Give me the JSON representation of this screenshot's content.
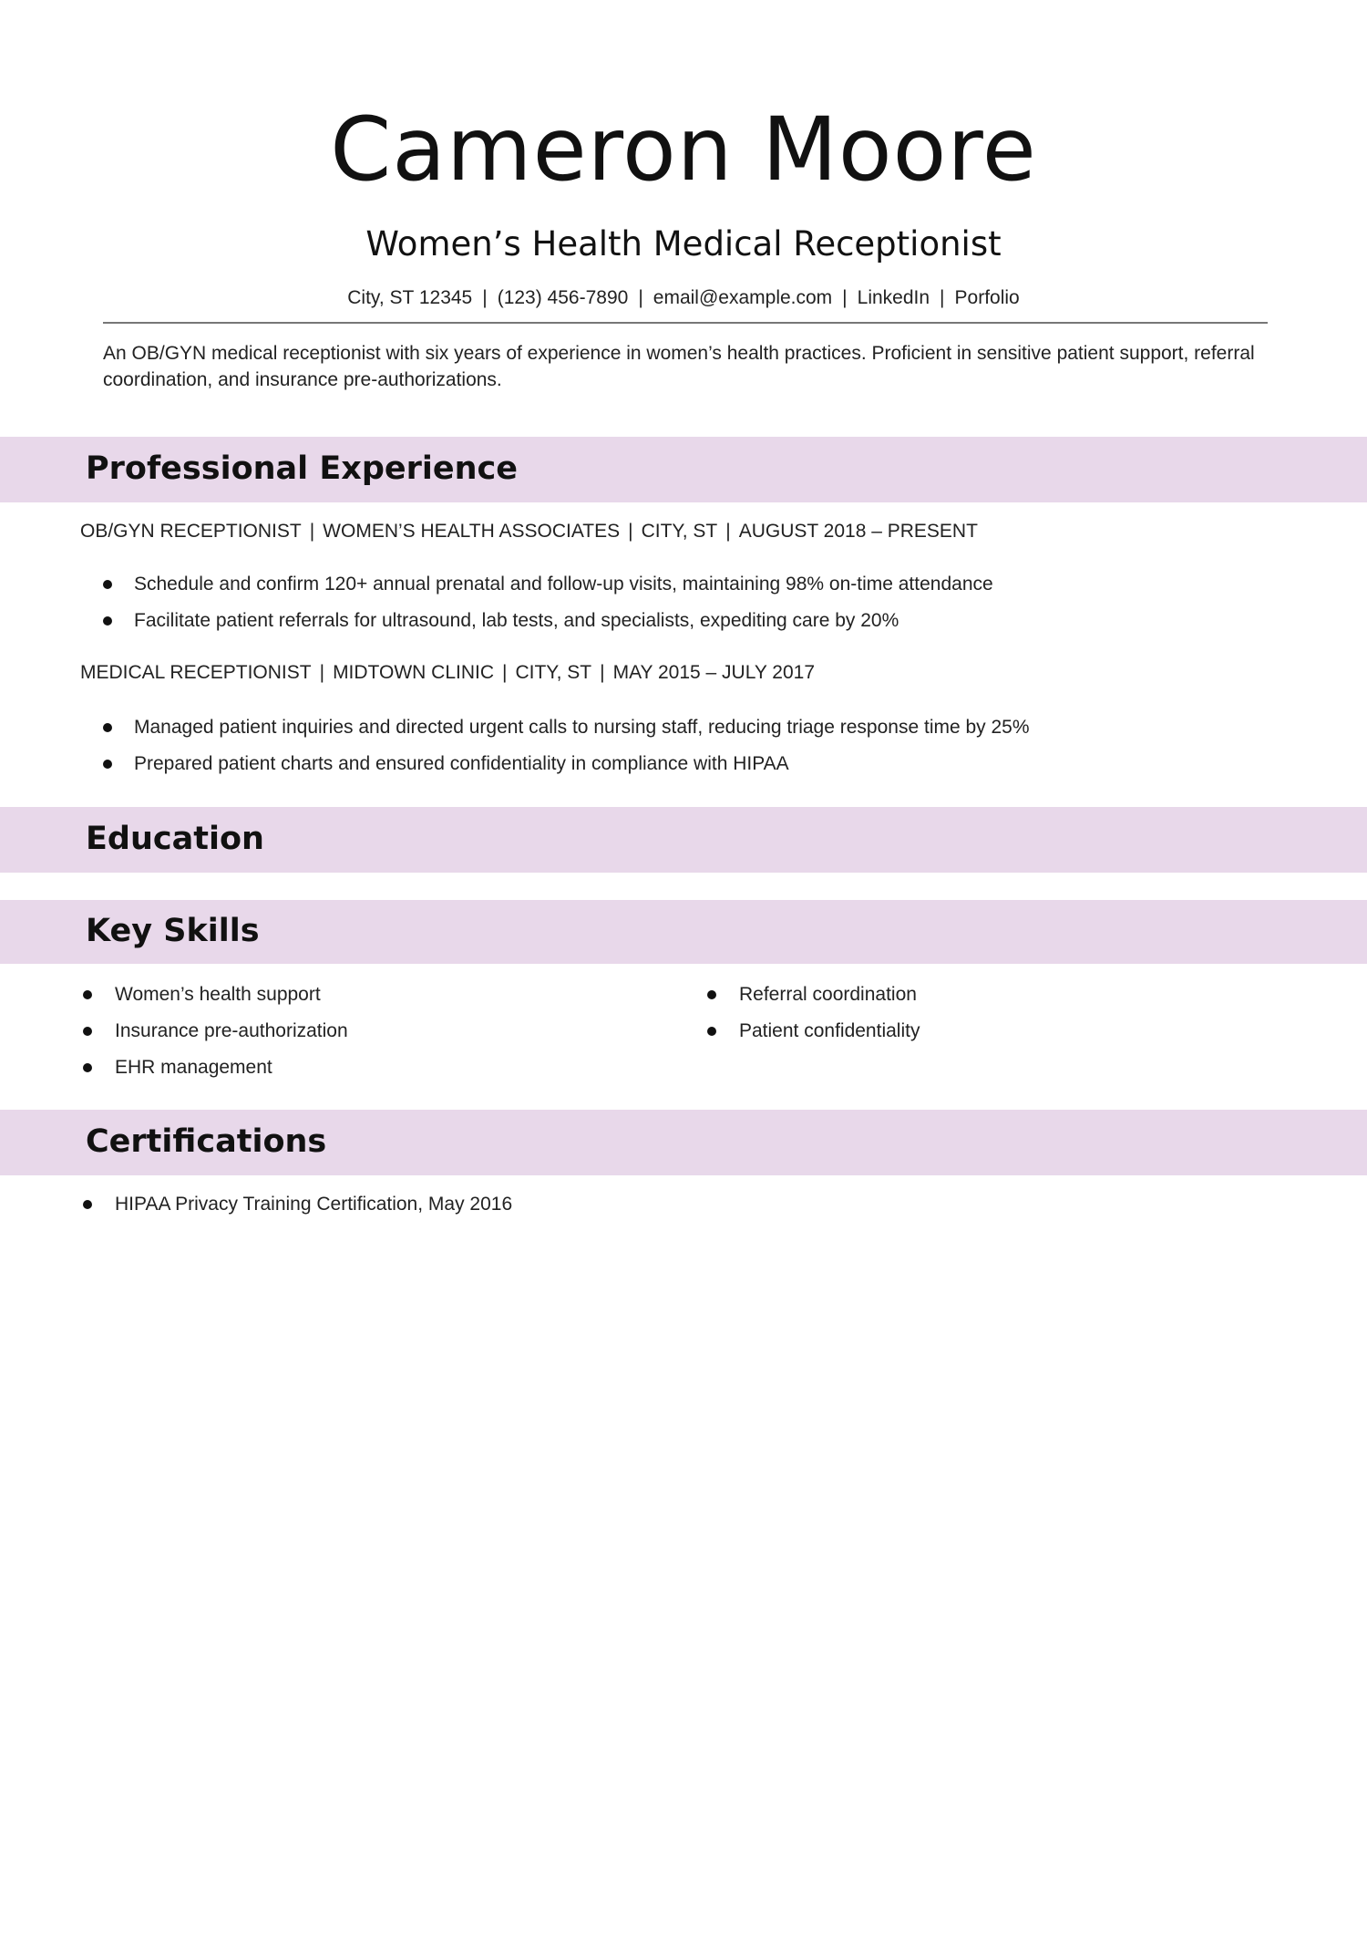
{
  "header": {
    "name": "Cameron Moore",
    "title": "Women’s Health Medical Receptionist",
    "contact": [
      "City, ST 12345",
      "(123) 456-7890",
      "email@example.com",
      "LinkedIn",
      "Porfolio"
    ],
    "separator": "|"
  },
  "summary": "An OB/GYN medical receptionist with six years of experience in women’s health practices. Proficient in sensitive patient support, referral coordination, and insurance pre-authorizations.",
  "sections": {
    "experience": "Professional Experience",
    "education": "Education",
    "skills": "Key Skills",
    "certifications": "Certifications"
  },
  "jobs": [
    {
      "role": "OB/GYN RECEPTIONIST",
      "employer": "WOMEN’S HEALTH ASSOCIATES",
      "location": "CITY, ST",
      "dates": "AUGUST 2018 – PRESENT",
      "bullets": [
        "Schedule and confirm 120+ annual prenatal and follow-up visits, maintaining 98% on-time attendance",
        "Facilitate patient referrals for ultrasound, lab tests, and specialists, expediting care by 20%"
      ]
    },
    {
      "role": "MEDICAL RECEPTIONIST",
      "employer": "MIDTOWN CLINIC",
      "location": "CITY, ST",
      "dates": "MAY 2015 – JULY 2017",
      "bullets": [
        "Managed patient inquiries and directed urgent calls to nursing staff, reducing triage response time by 25%",
        "Prepared patient charts and ensured confidentiality in compliance with HIPAA"
      ]
    }
  ],
  "skills": {
    "left": [
      "Women’s health support",
      "Insurance pre-authorization",
      "EHR management"
    ],
    "right": [
      "Referral coordination",
      "Patient confidentiality"
    ]
  },
  "certifications": [
    "HIPAA Privacy Training Certification, May 2016"
  ],
  "colors": {
    "section_band": "#e8d8ea",
    "rule": "#777777"
  }
}
